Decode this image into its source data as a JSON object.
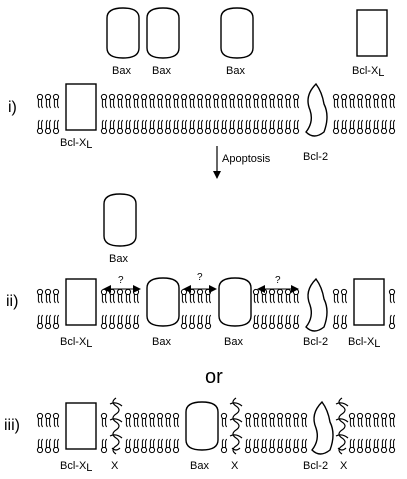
{
  "diagram": {
    "row_i": {
      "numeral": "i)",
      "soluble_labels": [
        "Bax",
        "Bax",
        "Bax",
        "Bcl-X",
        "L"
      ],
      "membrane_labels": [
        "Bcl-X",
        "L",
        "Bcl-2"
      ]
    },
    "arrow_label": "Apoptosis",
    "row_ii": {
      "numeral": "ii)",
      "soluble_label": "Bax",
      "question_marks": [
        "?",
        "?",
        "?"
      ],
      "membrane_labels": [
        "Bcl-X",
        "L",
        "Bax",
        "Bax",
        "Bcl-2",
        "Bcl-X",
        "L"
      ]
    },
    "or_label": "or",
    "row_iii": {
      "numeral": "iii)",
      "membrane_labels": [
        "Bcl-X",
        "L",
        "X",
        "Bax",
        "X",
        "Bcl-2",
        "X"
      ]
    }
  }
}
